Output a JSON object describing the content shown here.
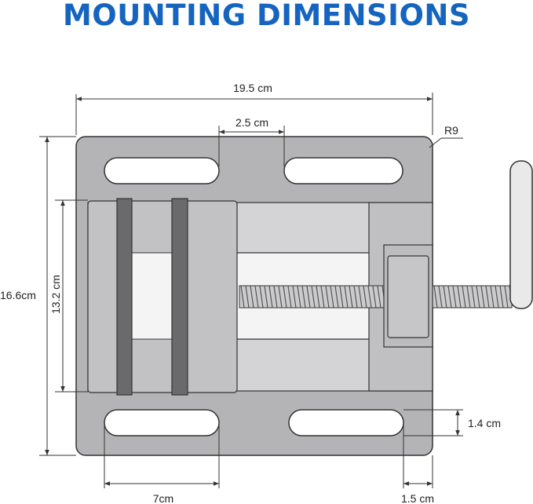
{
  "title": "MOUNTING DIMENSIONS",
  "colors": {
    "title": "#1565c0",
    "line": "#333333",
    "base_plate": "#b4b4b6",
    "rail": "#d4d4d6",
    "jaw": "#c2c2c4",
    "jaw_strip": "#6a6a6c",
    "screw": "#c8c8ca"
  },
  "dimensions": {
    "overall_width": "19.5 cm",
    "slot_spacing": "2.5 cm",
    "corner_radius": "R9",
    "overall_height": "16.6cm",
    "inner_height": "13.2 cm",
    "slot_width": "1.4 cm",
    "slot_length": "7cm",
    "slot_edge_offset": "1.5 cm"
  }
}
